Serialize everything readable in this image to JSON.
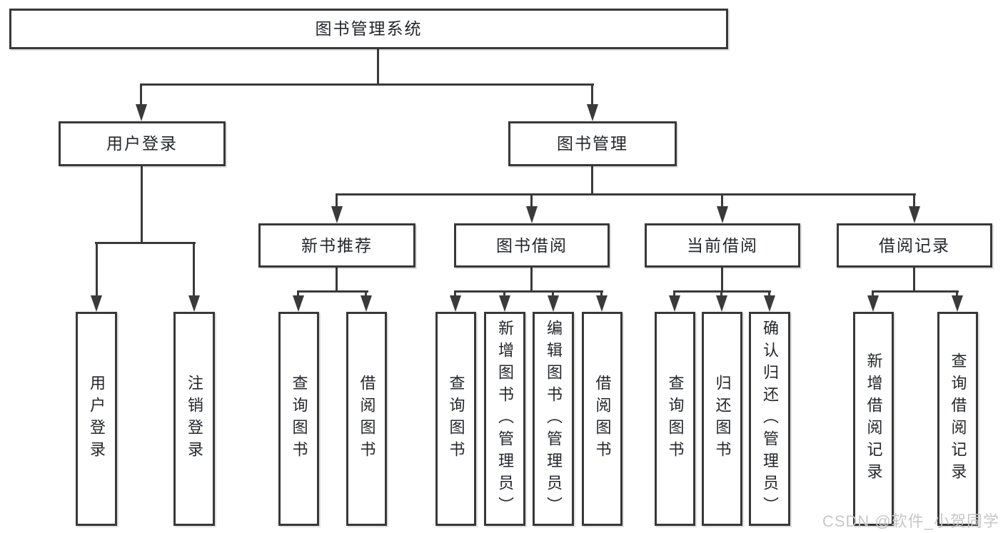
{
  "diagram": {
    "root": {
      "label": "图书管理系统"
    },
    "level2": [
      {
        "label": "用户登录"
      },
      {
        "label": "图书管理"
      }
    ],
    "level3": [
      {
        "label": "新书推荐"
      },
      {
        "label": "图书借阅"
      },
      {
        "label": "当前借阅"
      },
      {
        "label": "借阅记录"
      }
    ],
    "leaves": [
      {
        "label": "用户登录"
      },
      {
        "label": "注销登录"
      },
      {
        "label": "查询图书"
      },
      {
        "label": "借阅图书"
      },
      {
        "label": "查询图书"
      },
      {
        "label": "新增图书（管理员）"
      },
      {
        "label": "编辑图书（管理员）"
      },
      {
        "label": "借阅图书"
      },
      {
        "label": "查询图书"
      },
      {
        "label": "归还图书"
      },
      {
        "label": "确认归还（管理员）"
      },
      {
        "label": "新增借阅记录"
      },
      {
        "label": "查询借阅记录"
      }
    ]
  },
  "watermark": {
    "text": "CSDN @软件_小贺同学"
  },
  "colors": {
    "line": "#3a3a3a",
    "box_border": "#383838",
    "text": "#23262b",
    "watermark": "#c7c7c7",
    "background": "#ffffff"
  }
}
